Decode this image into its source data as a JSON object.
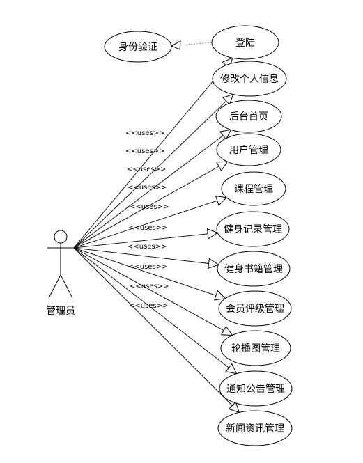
{
  "actor": {
    "label": "管理员",
    "icon": "stick-figure-icon"
  },
  "auth": {
    "label": "身份验证"
  },
  "use_cases": [
    {
      "label": "登陆"
    },
    {
      "label": "修改个人信息"
    },
    {
      "label": "后台首页"
    },
    {
      "label": "用户管理"
    },
    {
      "label": "课程管理"
    },
    {
      "label": "健身记录管理"
    },
    {
      "label": "健身书籍管理"
    },
    {
      "label": "会员评级管理"
    },
    {
      "label": "轮播图管理"
    },
    {
      "label": "通知公告管理"
    },
    {
      "label": "新闻资讯管理"
    }
  ],
  "uses_labels": [
    "<<uses>>",
    "<<uses>>",
    "<<uses>>",
    "<<uses>>",
    "<<uses>>",
    "<<uses>>",
    "<<uses>>",
    "<<uses>>",
    "<<uses>>",
    "<<uses>>"
  ],
  "colors": {
    "stroke": "#000000",
    "dashed": "#888888",
    "background": "#ffffff"
  }
}
